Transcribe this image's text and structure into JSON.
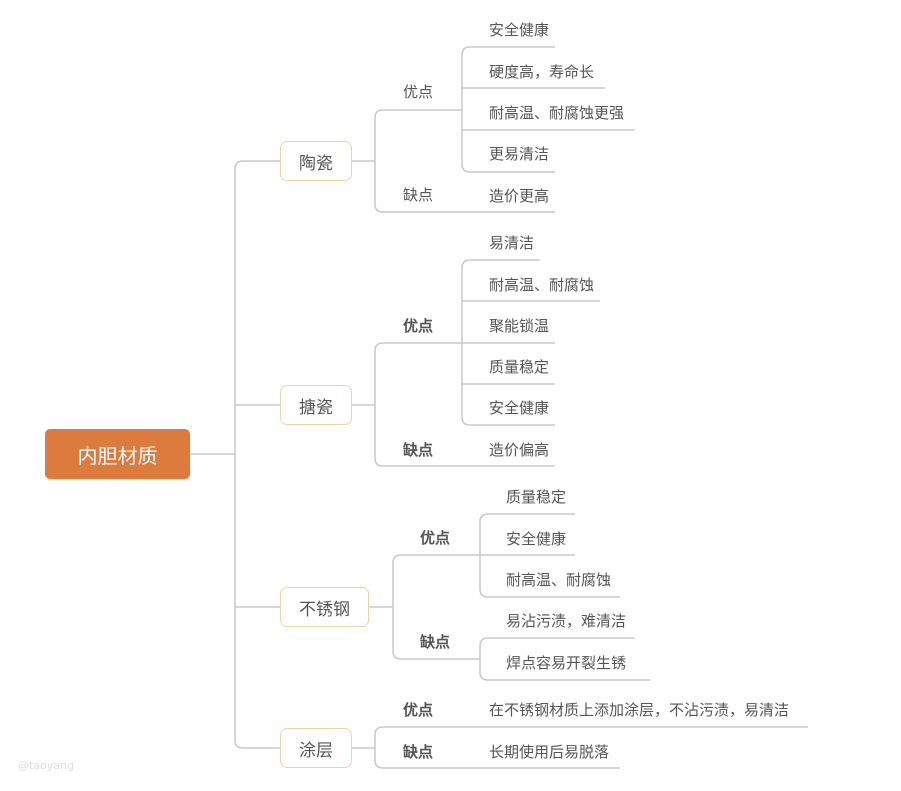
{
  "root": "内胆材质",
  "branches": [
    {
      "name": "陶瓷",
      "pros_label": "优点",
      "cons_label": "缺点",
      "pros": [
        "安全健康",
        "硬度高，寿命长",
        "耐高温、耐腐蚀更强",
        "更易清洁"
      ],
      "cons": [
        "造价更高"
      ]
    },
    {
      "name": "搪瓷",
      "pros_label": "优点",
      "cons_label": "缺点",
      "pros": [
        "易清洁",
        "耐高温、耐腐蚀",
        "聚能锁温",
        "质量稳定",
        "安全健康"
      ],
      "cons": [
        "造价偏高"
      ]
    },
    {
      "name": "不锈钢",
      "pros_label": "优点",
      "cons_label": "缺点",
      "pros": [
        "质量稳定",
        "安全健康",
        "耐高温、耐腐蚀"
      ],
      "cons": [
        "易沾污渍，难清洁",
        "焊点容易开裂生锈"
      ]
    },
    {
      "name": "涂层",
      "pros_label": "优点",
      "cons_label": "缺点",
      "pros": [
        "在不锈钢材质上添加涂层，不沾污渍，易清洁"
      ],
      "cons": [
        "长期使用后易脱落"
      ]
    }
  ],
  "watermark": "@taoyang",
  "colors": {
    "root": "#dd7b3c",
    "node_border": "#f0d4a0",
    "line": "#c8c8c8"
  }
}
